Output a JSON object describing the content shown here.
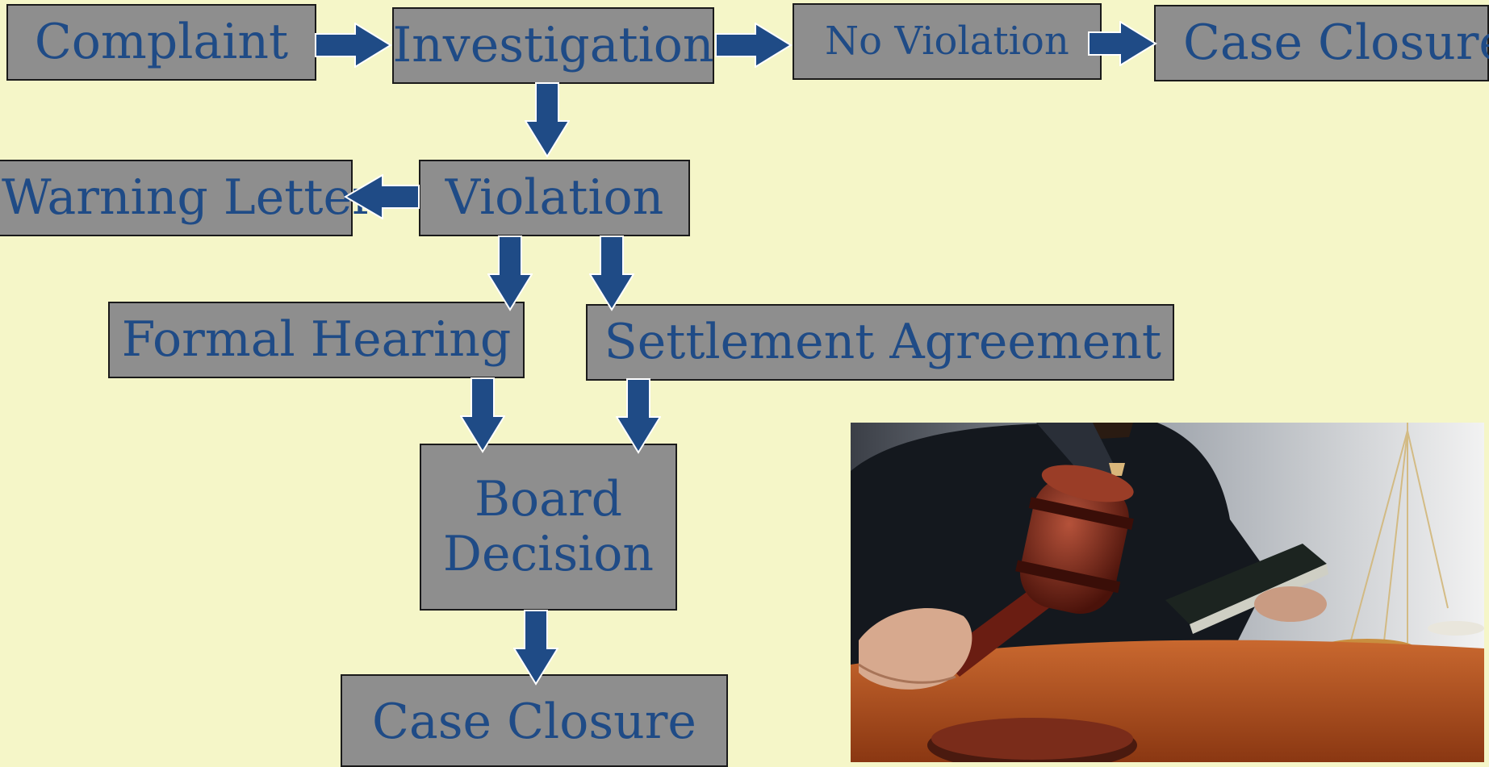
{
  "nodes": {
    "complaint": "Complaint",
    "investigation": "Investigation",
    "no_violation": "No Violation",
    "case_closure_top": "Case Closure",
    "warning_letter": "Warning Letter",
    "violation": "Violation",
    "formal_hearing": "Formal Hearing",
    "settlement_agreement": "Settlement Agreement",
    "board_decision_line1": "Board",
    "board_decision_line2": "Decision",
    "case_closure_bottom": "Case Closure"
  },
  "colors": {
    "background": "#f5f6c8",
    "box_fill": "#8e8e8e",
    "box_border": "#1a1a1a",
    "text": "#1f4b86",
    "arrow": "#1f4b86"
  },
  "image": {
    "subject": "judge-holding-gavel-with-book-and-scales-of-justice"
  }
}
